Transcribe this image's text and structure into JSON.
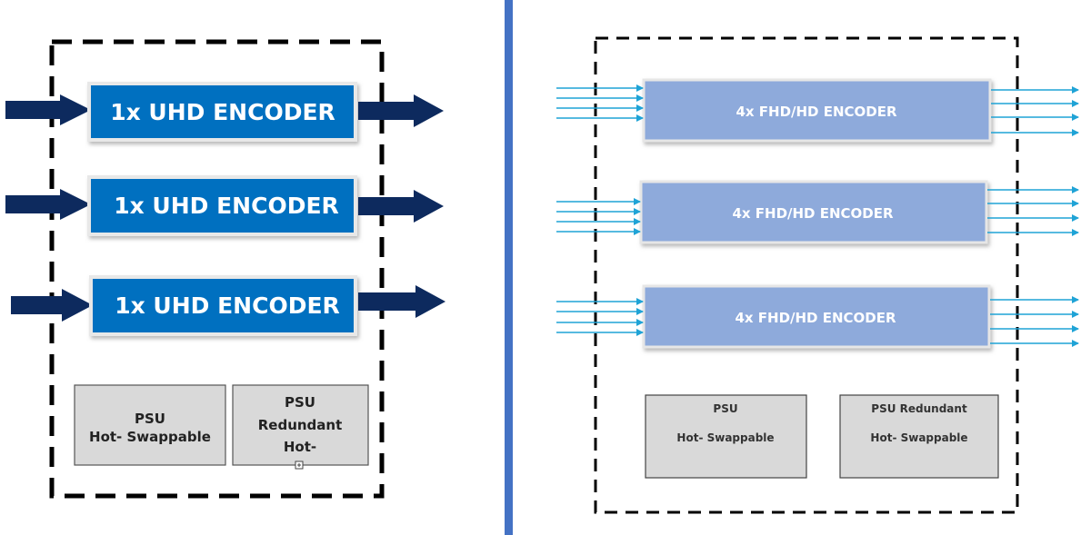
{
  "left_panel": {
    "encoders": [
      {
        "label": "1x UHD ENCODER"
      },
      {
        "label": "1x UHD ENCODER"
      },
      {
        "label": "1x UHD ENCODER"
      }
    ],
    "psu": [
      {
        "lines": [
          "PSU",
          "Hot- Swappable"
        ]
      },
      {
        "lines": [
          "PSU",
          "Redundant",
          "Hot-"
        ]
      }
    ]
  },
  "right_panel": {
    "encoders": [
      {
        "label": "4x FHD/HD ENCODER"
      },
      {
        "label": "4x FHD/HD ENCODER"
      },
      {
        "label": "4x FHD/HD ENCODER"
      }
    ],
    "psu": [
      {
        "lines": [
          "PSU",
          "Hot- Swappable"
        ]
      },
      {
        "lines": [
          "PSU Redundant",
          "Hot- Swappable"
        ]
      }
    ]
  },
  "colors": {
    "uhd_box": "#0070C0",
    "fhd_box": "#8EAADB",
    "dark_arrow": "#0D2A5E",
    "thin_arrow": "#1FA3D6",
    "divider": "#4472C4",
    "psu_fill": "#D9D9D9"
  }
}
